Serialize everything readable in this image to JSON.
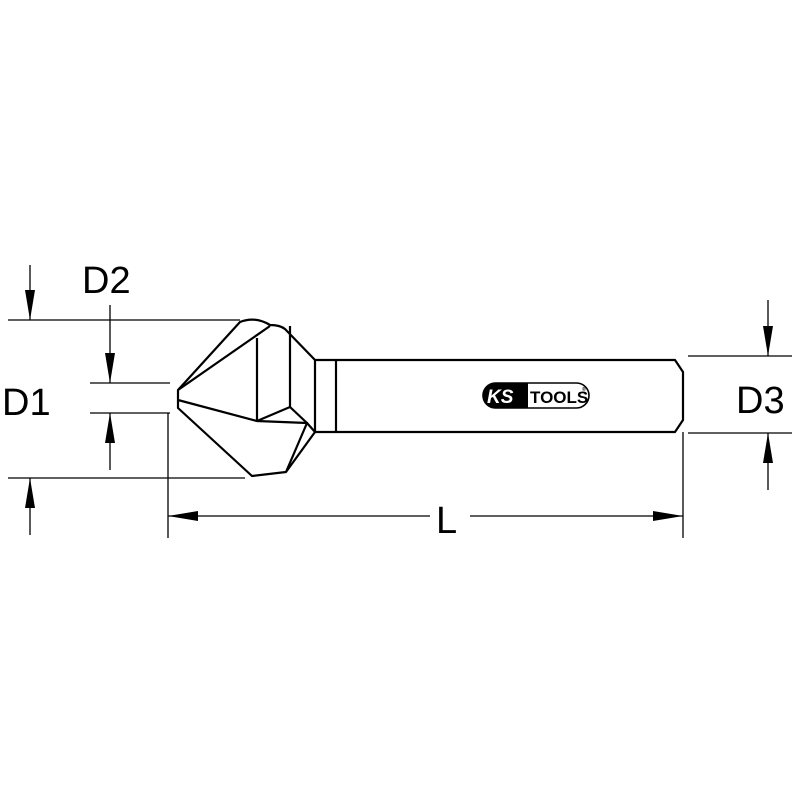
{
  "labels": {
    "d1": "D1",
    "d2": "D2",
    "d3": "D3",
    "l": "L"
  },
  "logo": {
    "ks": "KS",
    "tools": "TOOLS",
    "registered": "®"
  },
  "colors": {
    "line": "#000000",
    "background": "#ffffff"
  }
}
